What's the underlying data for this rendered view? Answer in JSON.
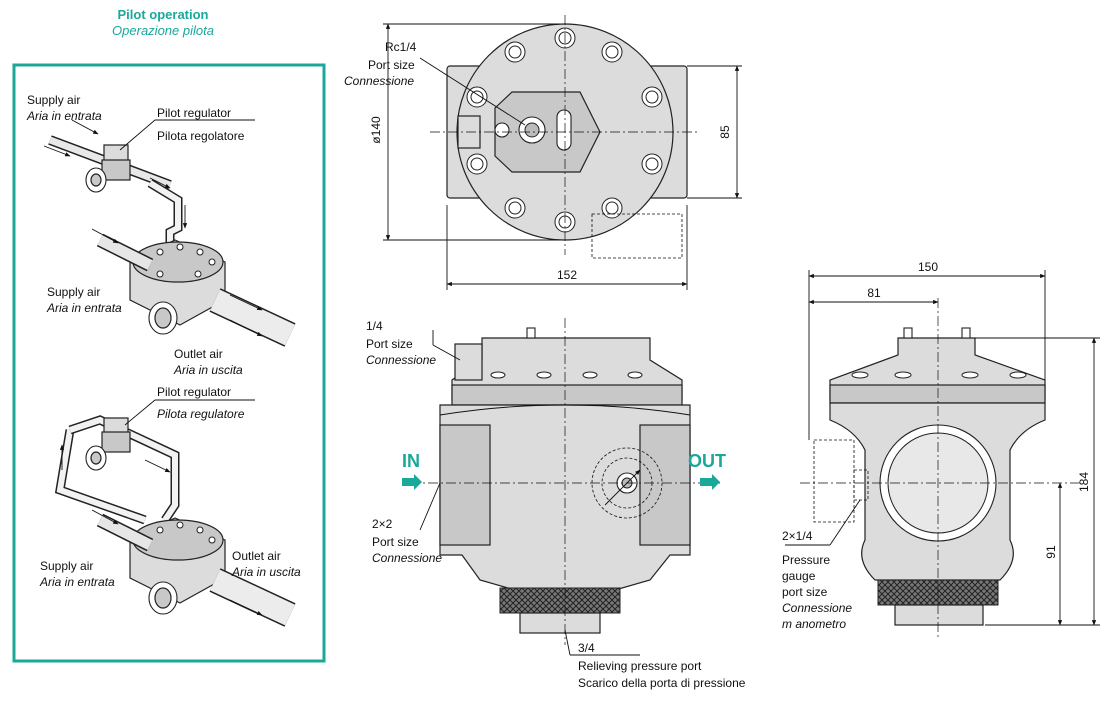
{
  "pilot": {
    "title": "Pilot operation",
    "title_it": "Operazione pilota",
    "top": {
      "supply_air": "Supply air",
      "supply_air_it": "Aria in entrata",
      "pilot_regulator": "Pilot regulator",
      "pilot_regulator_it": "Pilota regolatore",
      "supply_air2": "Supply air",
      "supply_air2_it": "Aria in entrata",
      "outlet_air": "Outlet air",
      "outlet_air_it": "Aria in uscita"
    },
    "bottom": {
      "pilot_regulator": "Pilot regulator",
      "pilot_regulator_it": "Pilota regulatore",
      "supply_air": "Supply air",
      "supply_air_it": "Aria in entrata",
      "outlet_air": "Outlet air",
      "outlet_air_it": "Aria in uscita"
    }
  },
  "top_view": {
    "port": "Rc1/4",
    "port_size": "Port size",
    "port_size_it": "Connessione",
    "dia": "ø140",
    "width": "152",
    "height": "85"
  },
  "front_view": {
    "port_top": "1/4",
    "port_top_size": "Port size",
    "port_top_size_it": "Connessione",
    "in_label": "IN",
    "out_label": "OUT",
    "main_port": "2×2",
    "main_port_size": "Port size",
    "main_port_size_it": "Connessione",
    "relief_port": "3/4",
    "relief_label": "Relieving pressure port",
    "relief_label_it": "Scarico della porta di pressione"
  },
  "side_view": {
    "width": "150",
    "half": "81",
    "height": "184",
    "center": "91",
    "gauge_port": "2×1/4",
    "gauge_l1": "Pressure",
    "gauge_l2": "gauge",
    "gauge_l3": "port size",
    "gauge_it1": "Connessione",
    "gauge_it2": "m anometro"
  },
  "colors": {
    "accent": "#1aa89a",
    "body": "#dcdcdc"
  }
}
